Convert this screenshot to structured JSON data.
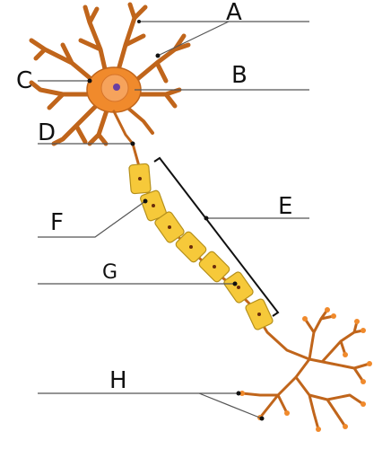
{
  "labels": {
    "a": "A",
    "b": "B",
    "c": "C",
    "d": "D",
    "e": "E",
    "f": "F",
    "g": "G",
    "h": "H"
  },
  "colors": {
    "neuron": "#f08a2c",
    "neuron_dark": "#c0651b",
    "nucleus": "#f6a35c",
    "myelin": "#f6c93a",
    "leader_lines": "#555555"
  }
}
